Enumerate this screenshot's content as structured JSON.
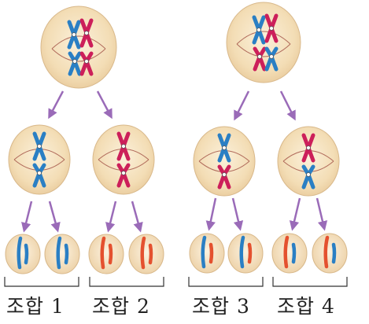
{
  "labels": {
    "combo1": "조합 1",
    "combo2": "조합 2",
    "combo3": "조합 3",
    "combo4": "조합 4"
  },
  "colors": {
    "cell_fill": "#f6e3bf",
    "cell_edge": "#d9b98b",
    "blue": "#2a7fc4",
    "red": "#cc1f5a",
    "orange_red": "#e4512f",
    "arrow": "#9a6bb8",
    "spindle": "#b06a5a"
  }
}
